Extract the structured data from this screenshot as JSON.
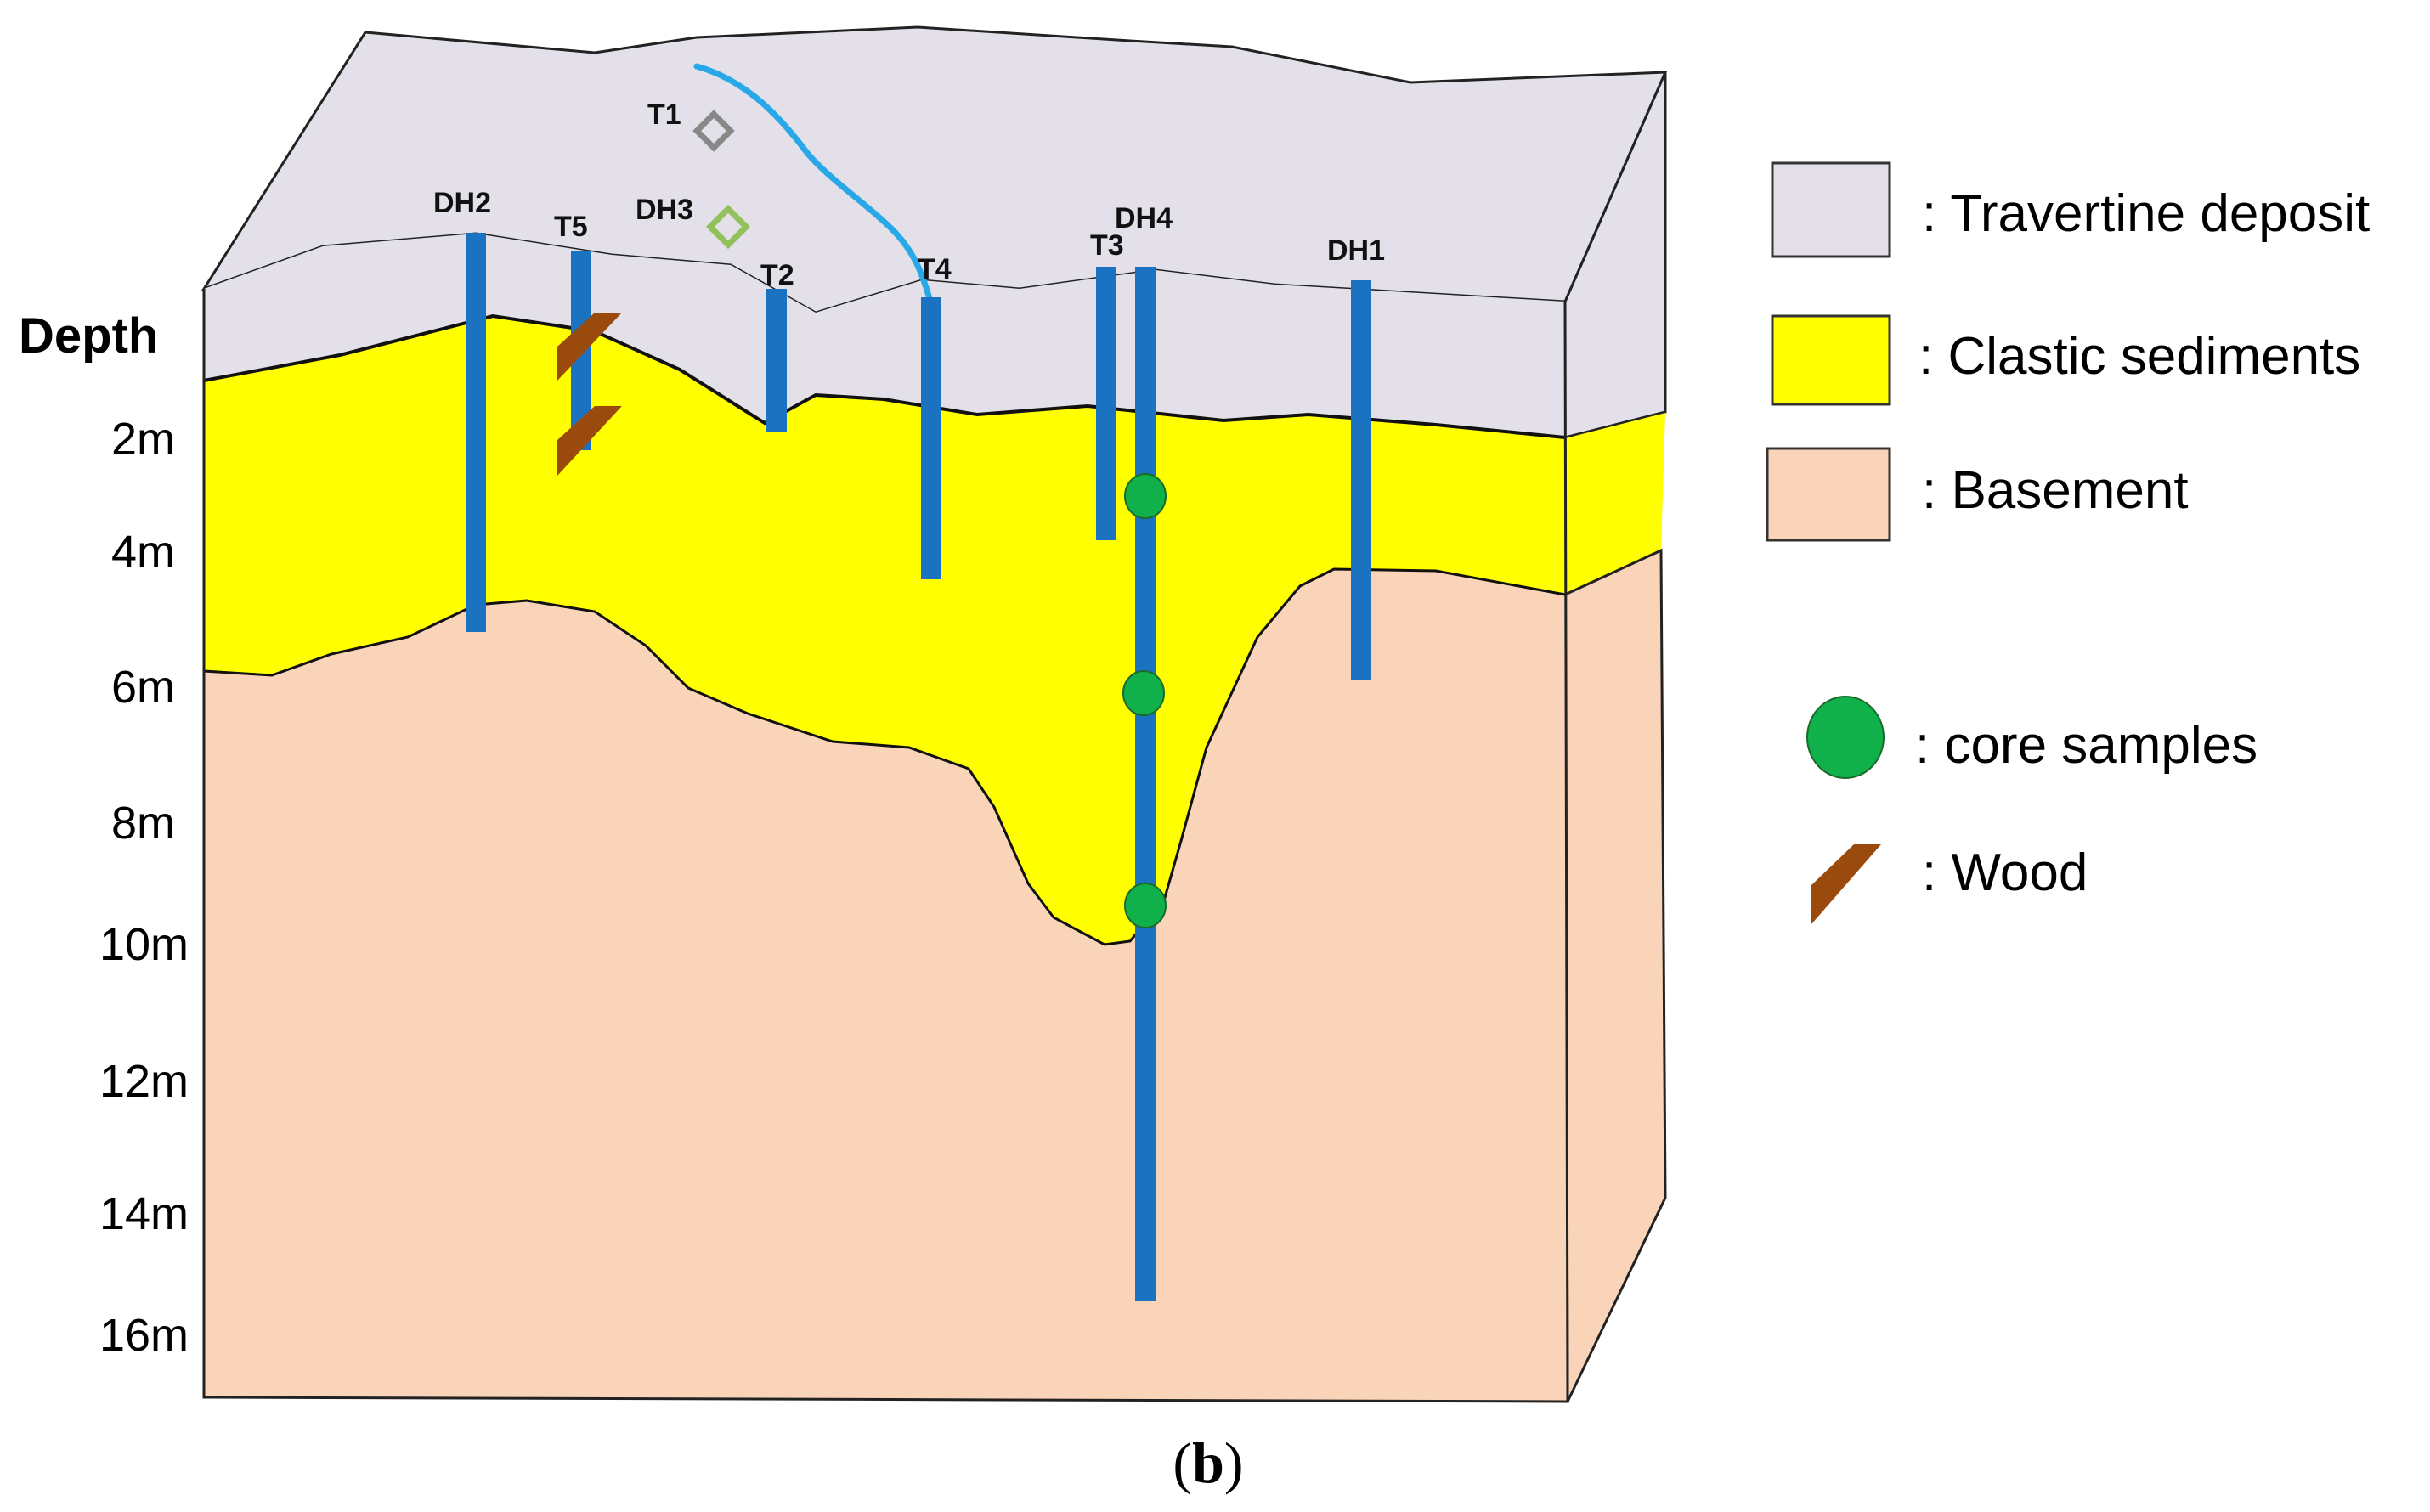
{
  "diagram": {
    "depth_axis": {
      "title": "Depth",
      "ticks": [
        "2m",
        "4m",
        "6m",
        "8m",
        "10m",
        "12m",
        "14m",
        "16m"
      ]
    },
    "boreholes": [
      {
        "label": "DH2",
        "type": "drill-hole"
      },
      {
        "label": "T5",
        "type": "trench"
      },
      {
        "label": "T2",
        "type": "trench"
      },
      {
        "label": "T4",
        "type": "trench"
      },
      {
        "label": "T3",
        "type": "trench"
      },
      {
        "label": "DH4",
        "type": "drill-hole"
      },
      {
        "label": "DH1",
        "type": "drill-hole"
      }
    ],
    "surface_markers": [
      {
        "label": "T1",
        "color": "#888888"
      },
      {
        "label": "DH3",
        "color": "#92c05a"
      }
    ],
    "colors": {
      "travertine": "#e4e0ea",
      "clastic": "#ffff00",
      "basement": "#fad4b8",
      "borehole": "#1b72c0",
      "stream": "#29a8e8",
      "core_sample": "#10b04a",
      "wood": "#9a4a0c"
    }
  },
  "legend": {
    "items": [
      {
        "label": ": Travertine deposit",
        "swatch": "travertine"
      },
      {
        "label": ": Clastic sediments",
        "swatch": "clastic"
      },
      {
        "label": ": Basement",
        "swatch": "basement"
      },
      {
        "label": ": core samples",
        "swatch": "core_sample"
      },
      {
        "label": ": Wood",
        "swatch": "wood"
      }
    ]
  },
  "caption": {
    "open": "(",
    "letter": "b",
    "close": ")"
  }
}
